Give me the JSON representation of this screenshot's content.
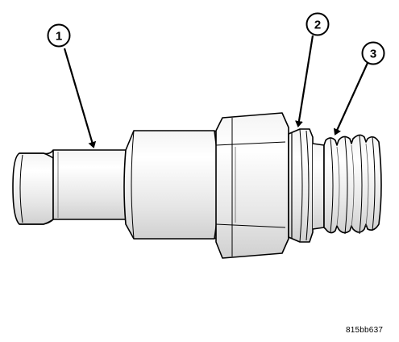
{
  "diagram": {
    "figure_id": "815bb637",
    "callouts": [
      {
        "number": "1",
        "target": "hose-barb"
      },
      {
        "number": "2",
        "target": "sealing-groove"
      },
      {
        "number": "3",
        "target": "threaded-end"
      }
    ],
    "colors": {
      "ink": "#000000",
      "background": "#ffffff",
      "shade": "#d8d8d8"
    }
  }
}
